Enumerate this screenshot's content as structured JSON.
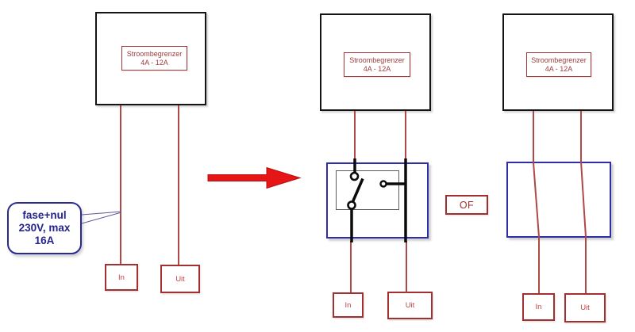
{
  "panels": [
    {
      "limiter_line1": "Stroombegrenzer",
      "limiter_line2": "4A - 12A",
      "in_label": "In",
      "out_label": "Uit"
    },
    {
      "limiter_line1": "Stroombegrenzer",
      "limiter_line2": "4A - 12A",
      "in_label": "In",
      "out_label": "Uit"
    },
    {
      "limiter_line1": "Stroombegrenzer",
      "limiter_line2": "4A - 12A",
      "in_label": "In",
      "out_label": "Uit"
    }
  ],
  "callout": {
    "line1": "fase+nul",
    "line2": "230V, max",
    "line3": "16A"
  },
  "or_label": "OF",
  "colors": {
    "wire_red": "#b04848",
    "box_black": "#141414",
    "switch_blue": "#2e2ea6",
    "label_red": "#a03030",
    "callout_navy": "#2b2b8f",
    "arrow_red": "#e61616"
  }
}
